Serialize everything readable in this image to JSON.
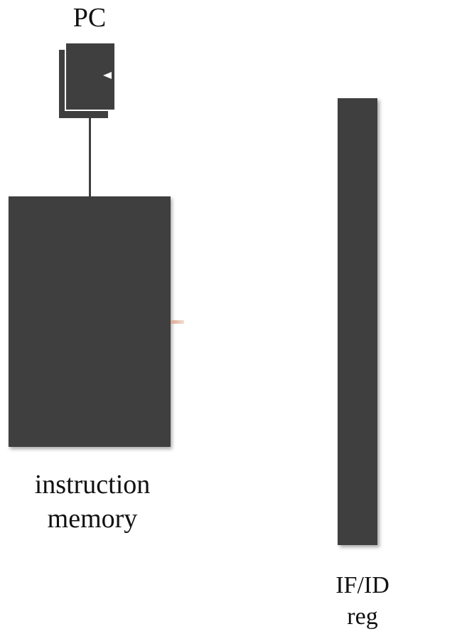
{
  "pc": {
    "label": "PC"
  },
  "instruction_memory": {
    "label_line1": "instruction",
    "label_line2": "memory"
  },
  "if_id_register": {
    "label_line1": "IF/ID",
    "label_line2": "reg"
  },
  "colors": {
    "block_fill": "#3f3f3f",
    "background": "#ffffff",
    "text": "#111111",
    "output_stub": "#d9a894"
  },
  "icons": {
    "pc_clock_input": "clock-triangle-icon"
  }
}
